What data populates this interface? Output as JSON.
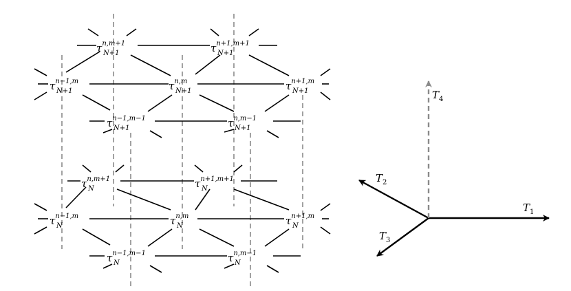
{
  "lattice": {
    "symbol": "τ",
    "nodes": [
      {
        "id": "top-back-m",
        "sup": "n,m+1",
        "sub": "N+1"
      },
      {
        "id": "top-back-p",
        "sup": "n+1,m+1",
        "sub": "N+1"
      },
      {
        "id": "top-mid-l",
        "sup": "n−1,m",
        "sub": "N+1"
      },
      {
        "id": "top-mid-c",
        "sup": "n,m",
        "sub": "N+1"
      },
      {
        "id": "top-mid-r",
        "sup": "n+1,m",
        "sub": "N+1"
      },
      {
        "id": "top-front-l",
        "sup": "n−1,m−1",
        "sub": "N+1"
      },
      {
        "id": "top-front-r",
        "sup": "n,m−1",
        "sub": "N+1"
      },
      {
        "id": "bot-back-m",
        "sup": "n,m+1",
        "sub": "N"
      },
      {
        "id": "bot-back-p",
        "sup": "n+1,m+1",
        "sub": "N"
      },
      {
        "id": "bot-mid-l",
        "sup": "n−1,m",
        "sub": "N"
      },
      {
        "id": "bot-mid-c",
        "sup": "n,m",
        "sub": "N"
      },
      {
        "id": "bot-mid-r",
        "sup": "n+1,m",
        "sub": "N"
      },
      {
        "id": "bot-front-l",
        "sup": "n−1,m−1",
        "sub": "N"
      },
      {
        "id": "bot-front-r",
        "sup": "n,m−1",
        "sub": "N"
      }
    ]
  },
  "axes": [
    {
      "id": "T1",
      "letter": "T",
      "sub": "1",
      "style": "solid"
    },
    {
      "id": "T2",
      "letter": "T",
      "sub": "2",
      "style": "solid"
    },
    {
      "id": "T3",
      "letter": "T",
      "sub": "3",
      "style": "solid"
    },
    {
      "id": "T4",
      "letter": "T",
      "sub": "4",
      "style": "dashed"
    }
  ],
  "colors": {
    "line": "#000000",
    "dashed": "#8a8a8a"
  }
}
